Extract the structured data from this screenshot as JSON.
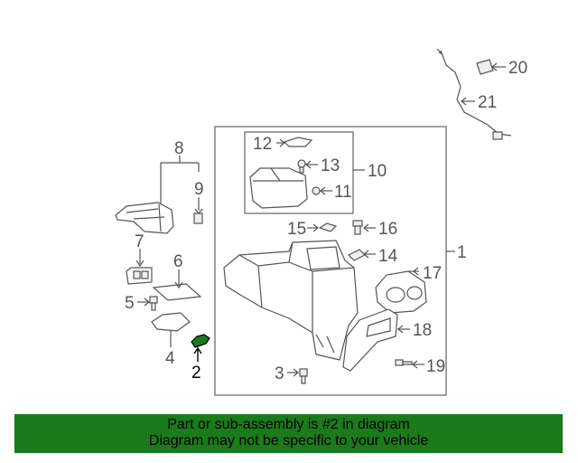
{
  "diagram": {
    "callouts": [
      "1",
      "2",
      "3",
      "4",
      "5",
      "6",
      "7",
      "8",
      "9",
      "10",
      "11",
      "12",
      "13",
      "14",
      "15",
      "16",
      "17",
      "18",
      "19",
      "20",
      "21"
    ],
    "highlighted_part": "2",
    "highlight_color": "#1b7a1b"
  },
  "banner": {
    "line1": "Part or sub-assembly is #2 in diagram",
    "line2": "Diagram may not be specific to your vehicle",
    "background": "#1b7a1b"
  }
}
